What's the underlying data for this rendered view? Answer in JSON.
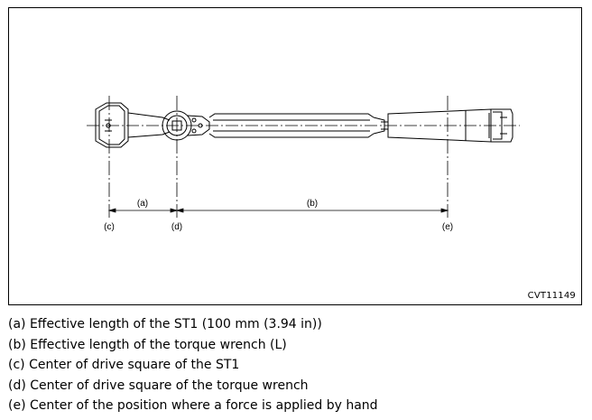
{
  "figure": {
    "code": "CVT11149",
    "dimension_labels": {
      "a": "(a)",
      "b": "(b)"
    },
    "point_labels": {
      "c": "(c)",
      "d": "(d)",
      "e": "(e)"
    }
  },
  "legend": [
    "(a) Effective length of the ST1 (100 mm (3.94 in))",
    "(b) Effective length of the torque wrench (L)",
    "(c) Center of drive square of the ST1",
    "(d) Center of drive square of the torque wrench",
    "(e) Center of the position where a force is applied by hand"
  ]
}
